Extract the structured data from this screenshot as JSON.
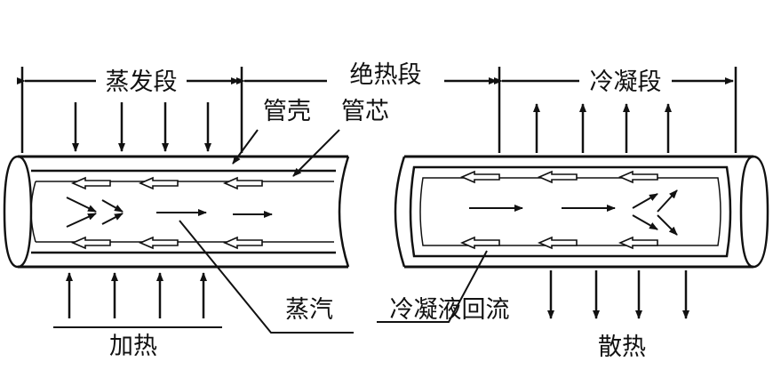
{
  "labels": {
    "evaporator": "蒸发段",
    "adiabatic": "绝热段",
    "condenser": "冷凝段",
    "shell": "管壳",
    "wick": "管芯",
    "vapor": "蒸汽",
    "condensate_return": "冷凝液回流",
    "heating": "加热",
    "heat_rejection": "散热"
  },
  "colors": {
    "line": "#111111",
    "background": "#ffffff"
  }
}
